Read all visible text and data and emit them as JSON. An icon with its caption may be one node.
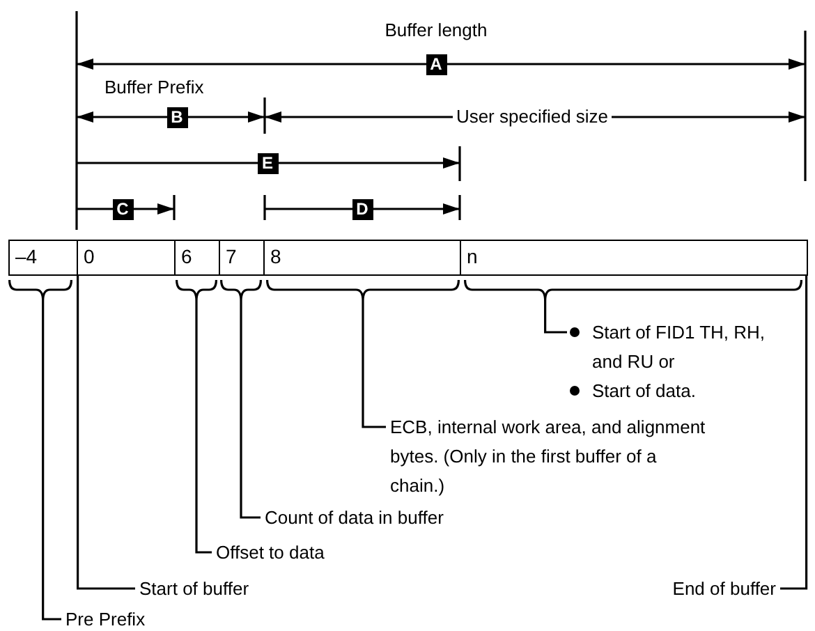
{
  "diagram": {
    "nodes": [
      {
        "text": [
          "–4"
        ]
      },
      {
        "text": [
          "0"
        ]
      },
      {
        "text": [
          "6"
        ]
      },
      {
        "text": [
          "7"
        ]
      },
      {
        "text": [
          "8"
        ]
      },
      {
        "text": [
          "n"
        ]
      },
      {
        "text": [],
        "shape": "bracket"
      },
      {
        "text": [],
        "shape": "bracket"
      },
      {
        "text": [],
        "shape": "bracket"
      },
      {
        "text": [],
        "shape": "bracket"
      },
      {
        "text": [],
        "shape": "bracket"
      },
      {
        "text": [
          "Start of FID1 TH, RH, and RU or",
          "Start of data."
        ]
      },
      {
        "text": [
          "ECB, internal work area, and alignment bytes.  (Only in the first buffer of a chain.)"
        ]
      },
      {
        "text": [
          "Count of data in buffer"
        ]
      },
      {
        "text": [
          "Offset to data"
        ]
      },
      {
        "text": [
          "Start of buffer"
        ]
      },
      {
        "text": [
          "End of buffer"
        ]
      },
      {
        "text": [
          "Pre Prefix"
        ]
      }
    ],
    "edges": [
      {
        "from": 11,
        "to": 10,
        "arrow": "none"
      },
      {
        "from": 12,
        "to": 9,
        "arrow": "none"
      },
      {
        "from": 13,
        "to": 8,
        "arrow": "none"
      },
      {
        "from": 14,
        "to": 7,
        "arrow": "none"
      },
      {
        "from": 15,
        "to": 1,
        "arrow": "none"
      },
      {
        "from": 16,
        "to": 5,
        "arrow": "none"
      },
      {
        "from": 17,
        "to": 6,
        "arrow": "none"
      }
    ],
    "labels": [
      "Buffer length",
      "A",
      "Buffer Prefix",
      "B",
      "User specified size",
      "E",
      "C",
      "D"
    ]
  }
}
